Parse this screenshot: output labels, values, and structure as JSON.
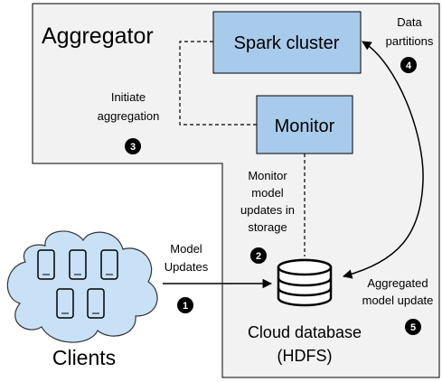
{
  "aggregator": {
    "title": "Aggregator",
    "fill": "#f2f2f2",
    "stroke": "#000000"
  },
  "spark": {
    "label": "Spark cluster",
    "fill": "#a9cbeb",
    "stroke": "#000000"
  },
  "monitor": {
    "label": "Monitor",
    "fill": "#a9cbeb",
    "stroke": "#000000"
  },
  "clients": {
    "label": "Clients",
    "cloud_fill": "#c9e1f6",
    "cloud_stroke": "#333333",
    "device_count": 5
  },
  "database": {
    "line1": "Cloud database",
    "line2": "(HDFS)",
    "icon": "database-icon"
  },
  "labels": {
    "initiate_1": "Initiate",
    "initiate_2": "aggregation",
    "data_1": "Data",
    "data_2": "partitions",
    "monitor_1": "Monitor",
    "monitor_2": "model",
    "monitor_3": "updates in",
    "monitor_4": "storage",
    "updates_1": "Model",
    "updates_2": "Updates",
    "aggregated_1": "Aggregated",
    "aggregated_2": "model update"
  },
  "steps": {
    "s1": "1",
    "s2": "2",
    "s3": "3",
    "s4": "4",
    "s5": "5"
  },
  "colors": {
    "step_badge": "#000000",
    "step_text": "#ffffff",
    "arrow": "#000000"
  }
}
